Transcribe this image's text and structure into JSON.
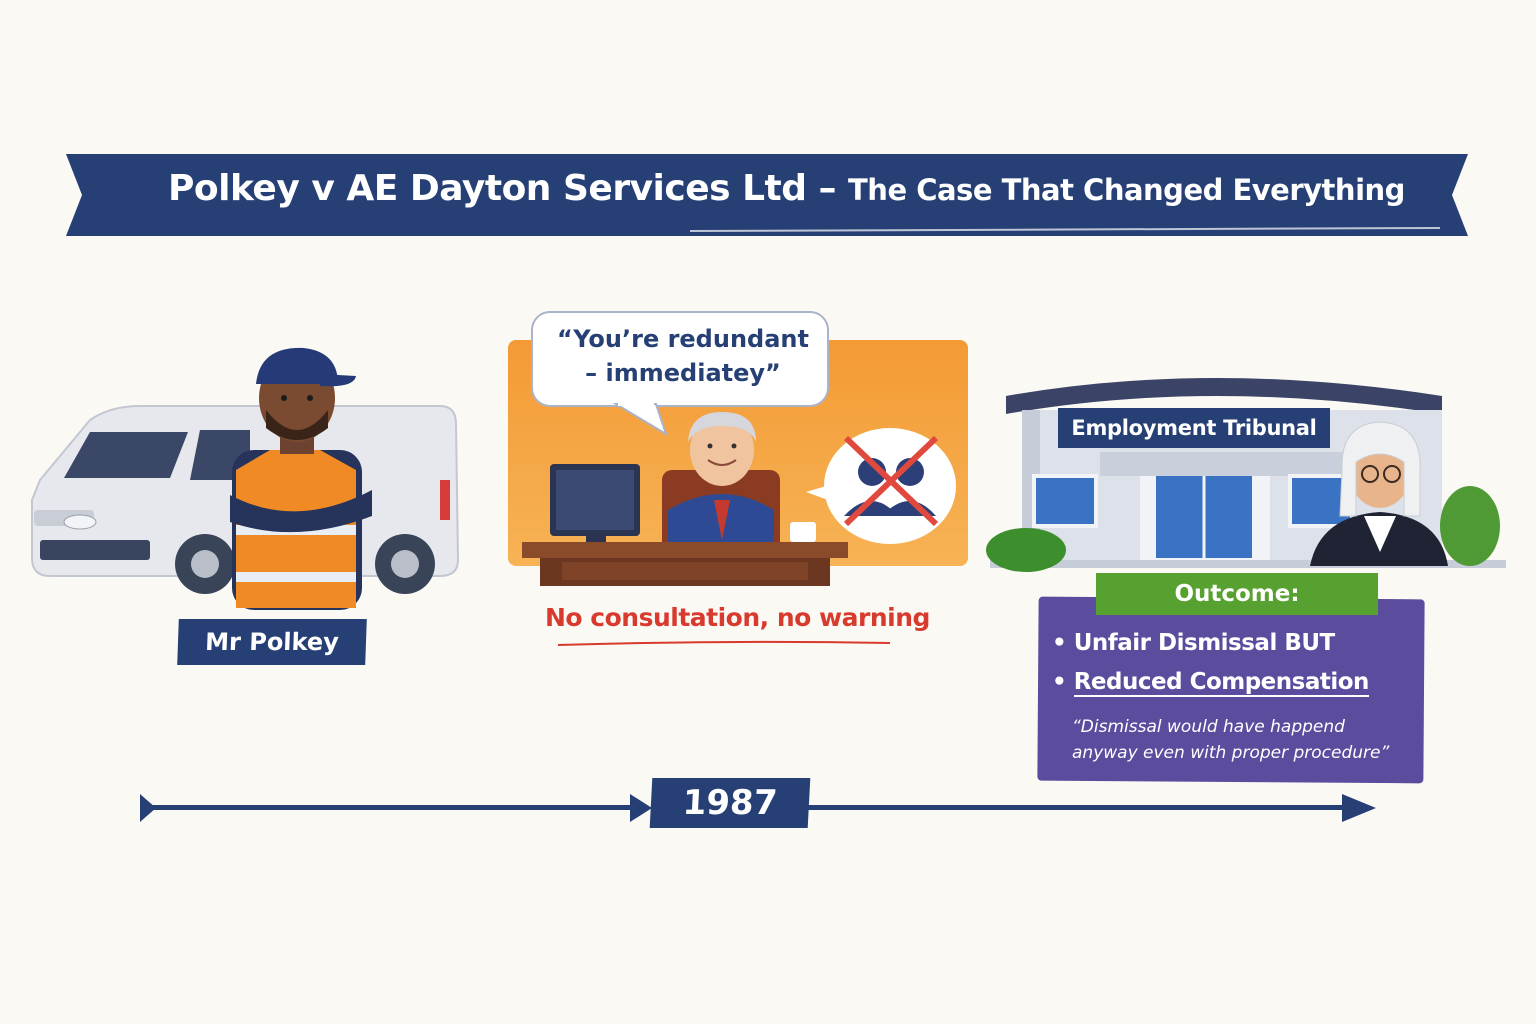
{
  "title": {
    "main": "Polkey v AE Dayton Services Ltd",
    "separator": "–",
    "subtitle": "The Case That Changed Everything"
  },
  "person": {
    "label": "Mr Polkey"
  },
  "dismissal": {
    "speech": "“You’re redundant – immediatey”",
    "caption": "No consultation, no warning"
  },
  "tribunal": {
    "sign": "Employment Tribunal",
    "outcome_title": "Outcome:",
    "outcome_items": [
      "Unfair Dismissal BUT",
      "Reduced Compensation"
    ],
    "quote": "“Dismissal would have happend anyway even with proper procedure”"
  },
  "timeline": {
    "year": "1987"
  },
  "colors": {
    "navy": "#263f74",
    "orange": "#f3a03a",
    "red": "#d83a2e",
    "purple": "#5b4c9e",
    "green": "#56a12f"
  },
  "icons": [
    "van-icon",
    "worker-icon",
    "desk-icon",
    "computer-icon",
    "manager-icon",
    "no-group-icon",
    "courthouse-icon",
    "judge-icon",
    "timeline-arrow-icon"
  ]
}
